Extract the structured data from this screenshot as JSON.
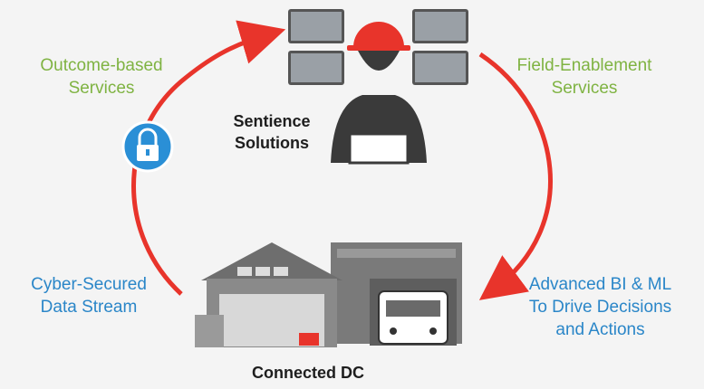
{
  "labels": {
    "outcome": [
      "Outcome-based",
      "Services"
    ],
    "field": [
      "Field-Enablement",
      "Services"
    ],
    "sentience": [
      "Sentience",
      "Solutions"
    ],
    "cyber": [
      "Cyber-Secured",
      "Data Stream"
    ],
    "advanced": [
      "Advanced BI & ML",
      "To Drive Decisions",
      "and Actions"
    ],
    "connected": "Connected DC"
  },
  "colors": {
    "arrow": "#e8342b",
    "green_text": "#7fb342",
    "blue_text": "#2a86c8",
    "lock_circle": "#2a8fd6",
    "figure_dark": "#3a3a3a",
    "helmet": "#e8342b",
    "building_gray": "#6e6e6e"
  },
  "icons": [
    "lock-icon",
    "worker-icon",
    "warehouse-icon",
    "truck-icon"
  ]
}
